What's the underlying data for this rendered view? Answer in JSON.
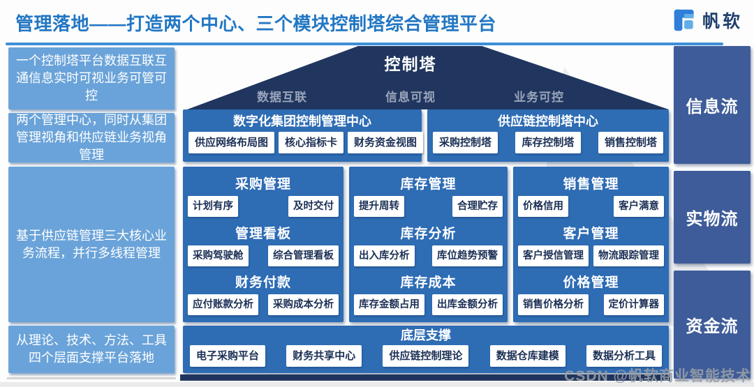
{
  "header": {
    "title": "管理落地——打造两个中心、三个模块控制塔综合管理平台",
    "brand": "帆软"
  },
  "left_notes": [
    "一个控制塔平台数据互联互通信息实时可视业务可管可控",
    "两个管理中心，同时从集团管理视角和供应链业务视角管理",
    "基于供应链管理三大核心业务流程，并行多线程管理",
    "从理论、技术、方法、工具四个层面支撑平台落地"
  ],
  "pyramid": {
    "title": "控制塔",
    "features": [
      "数据互联",
      "信息可视",
      "业务可控"
    ]
  },
  "centers": [
    {
      "title": "数字化集团控制管理中心",
      "items": [
        "供应网络布局图",
        "核心指标卡",
        "财务资金视图"
      ]
    },
    {
      "title": "供应链控制塔中心",
      "items": [
        "采购控制塔",
        "库存控制塔",
        "销售控制塔"
      ]
    }
  ],
  "modules": [
    {
      "sections": [
        {
          "title": "采购管理",
          "items": [
            "计划有序",
            "及时交付"
          ]
        },
        {
          "title": "管理看板",
          "items": [
            "采购驾驶舱",
            "综合管理看板"
          ]
        },
        {
          "title": "财务付款",
          "items": [
            "应付账款分析",
            "采购成本分析"
          ]
        }
      ]
    },
    {
      "sections": [
        {
          "title": "库存管理",
          "items": [
            "提升周转",
            "合理贮存"
          ]
        },
        {
          "title": "库存分析",
          "items": [
            "出入库分析",
            "库位趋势预警"
          ]
        },
        {
          "title": "库存成本",
          "items": [
            "库存金额占用",
            "出库金额分析"
          ]
        }
      ]
    },
    {
      "sections": [
        {
          "title": "销售管理",
          "items": [
            "价格信用",
            "客户满意"
          ]
        },
        {
          "title": "客户管理",
          "items": [
            "客户授信管理",
            "物流跟踪管理"
          ]
        },
        {
          "title": "价格管理",
          "items": [
            "销售价格分析",
            "定价计算器"
          ]
        }
      ]
    }
  ],
  "foundation": {
    "title": "底层支撑",
    "items": [
      "电子采购平台",
      "财务共享中心",
      "供应链控制理论",
      "数据仓库建模",
      "数据分析工具"
    ]
  },
  "flows": [
    "信息流",
    "实物流",
    "资金流"
  ],
  "watermark": "CSDN @帆软商业智能技术",
  "colors": {
    "title_blue": "#2277c4",
    "panel_light_blue": "#6aa3d9",
    "container_blue": "#2e6cb4",
    "pyramid_navy": "#20365f",
    "flow_blue": "#3e5c99",
    "chip_text": "#1b2f55"
  }
}
